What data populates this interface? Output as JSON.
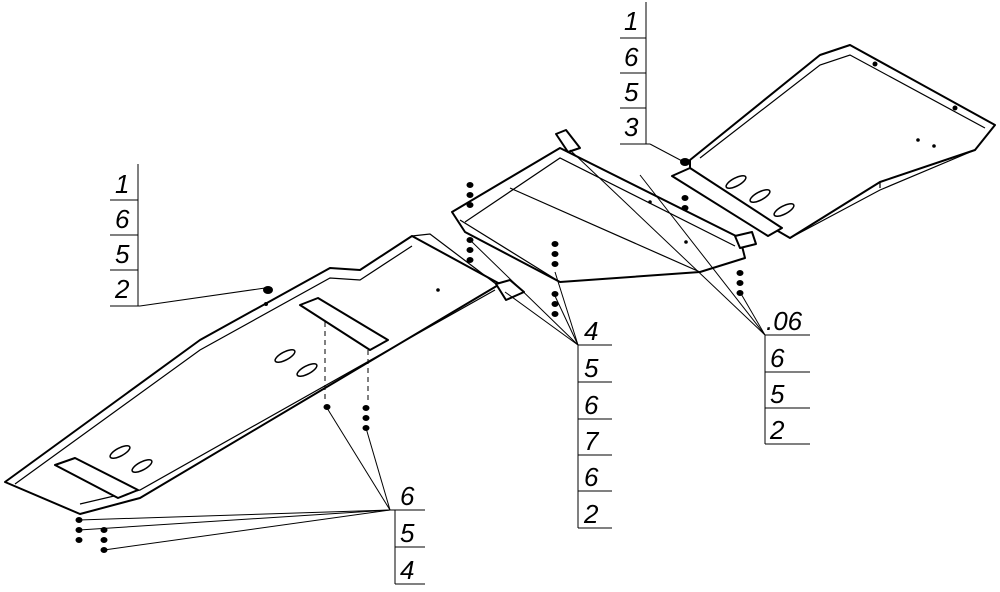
{
  "callouts": [
    {
      "id": "top-right",
      "items": [
        "1",
        "6",
        "5",
        "3"
      ]
    },
    {
      "id": "left",
      "items": [
        "1",
        "6",
        "5",
        "2"
      ]
    },
    {
      "id": "center",
      "items": [
        "4",
        "5",
        "6",
        "7",
        "6",
        "2"
      ]
    },
    {
      "id": "right-lower",
      "items": [
        ".06",
        "6",
        "5",
        "2"
      ]
    },
    {
      "id": "bottom",
      "items": [
        "6",
        "5",
        "4"
      ]
    }
  ]
}
